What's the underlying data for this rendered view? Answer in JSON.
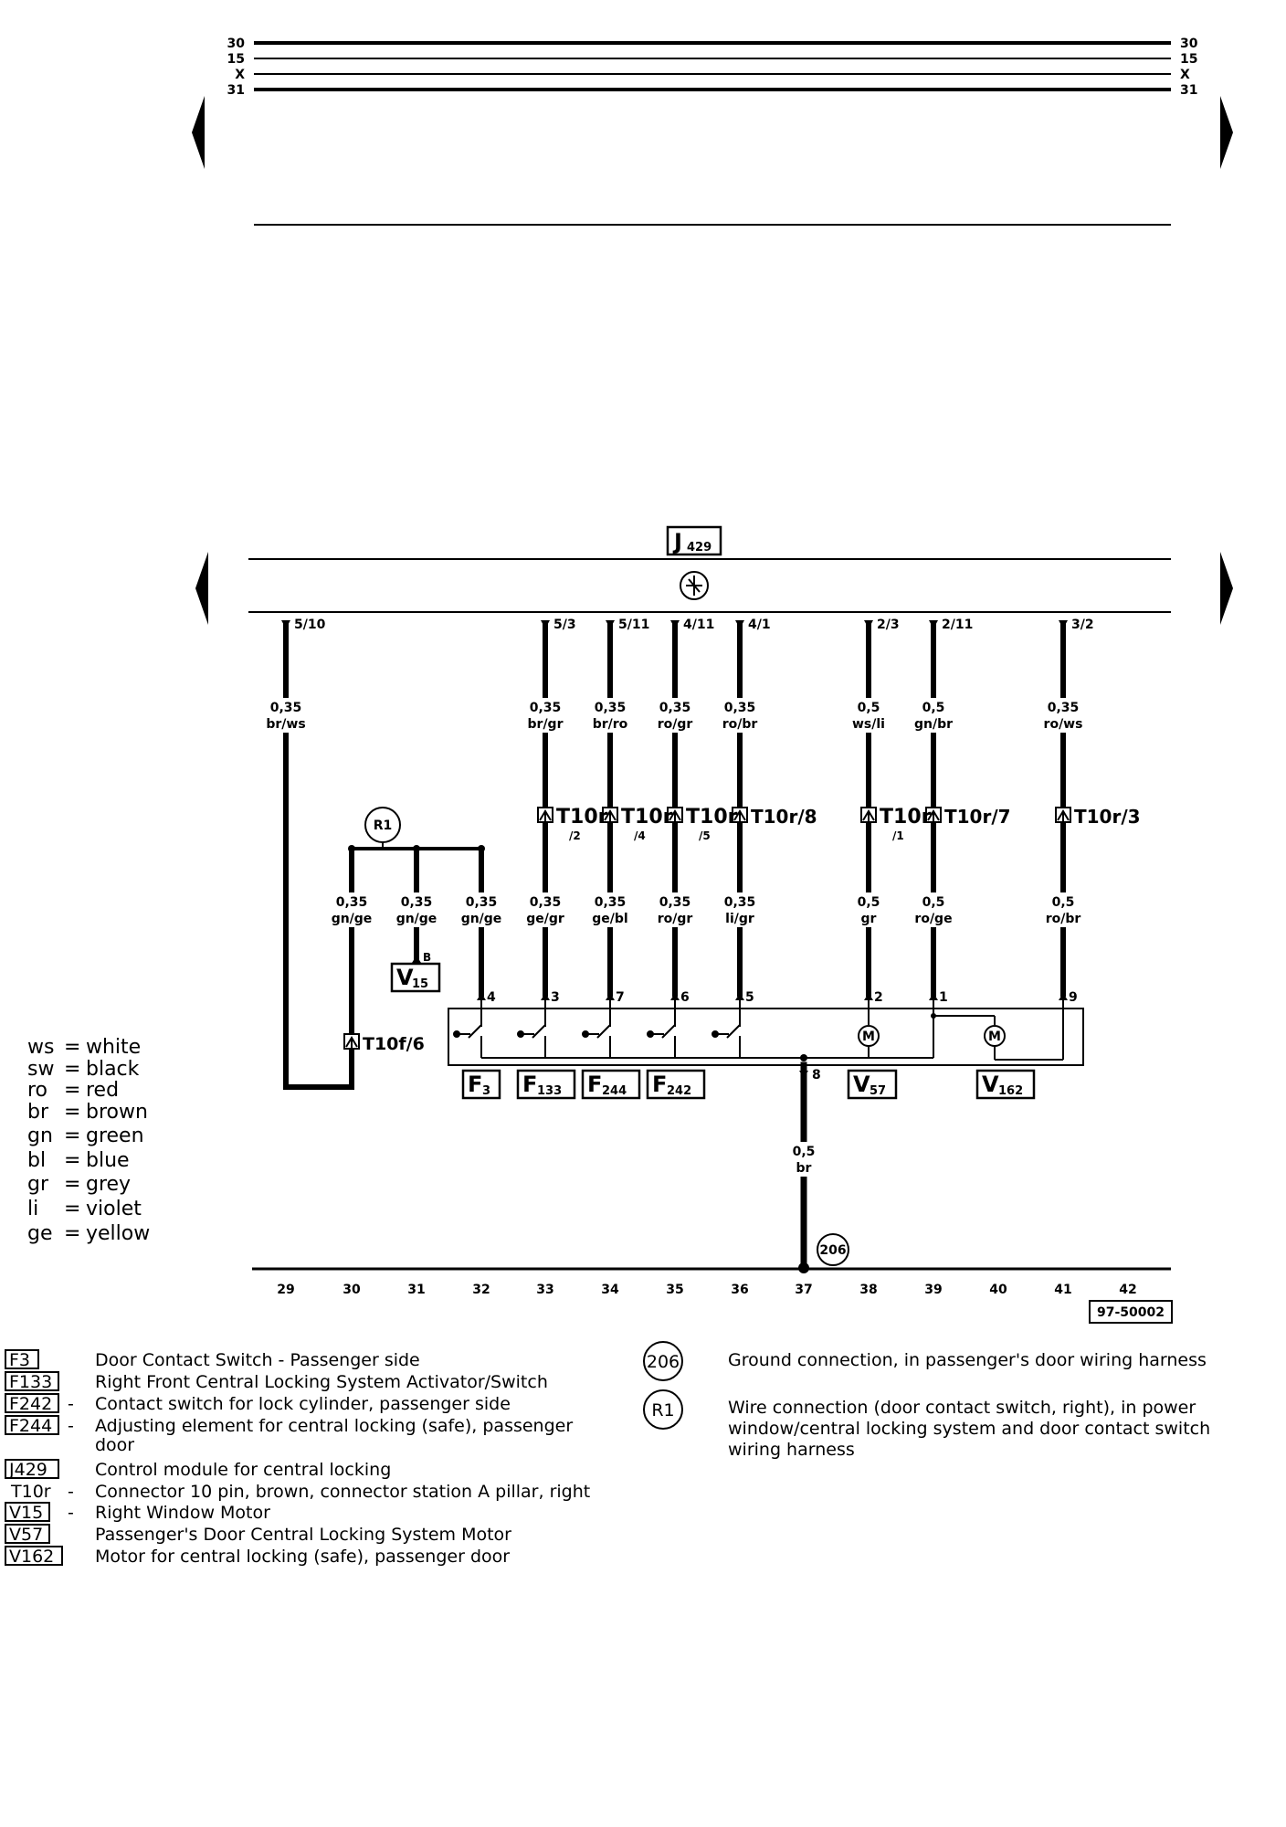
{
  "bus_lines": [
    "30",
    "15",
    "X",
    "31"
  ],
  "control_module": {
    "code": "J",
    "sub": "429"
  },
  "top_pins": [
    {
      "pin": "5/10",
      "size": "0,35",
      "color": "br/ws"
    },
    {
      "pin": "5/3",
      "size": "0,35",
      "color": "br/gr"
    },
    {
      "pin": "5/11",
      "size": "0,35",
      "color": "br/ro"
    },
    {
      "pin": "4/11",
      "size": "0,35",
      "color": "ro/gr"
    },
    {
      "pin": "4/1",
      "size": "0,35",
      "color": "ro/br"
    },
    {
      "pin": "2/3",
      "size": "0,5",
      "color": "ws/li"
    },
    {
      "pin": "2/11",
      "size": "0,5",
      "color": "gn/br"
    },
    {
      "pin": "3/2",
      "size": "0,35",
      "color": "ro/ws"
    }
  ],
  "connectors_mid": [
    {
      "main": "T10r",
      "sub": "/2"
    },
    {
      "main": "T10r",
      "sub": "/4"
    },
    {
      "main": "T10r",
      "sub": "/5"
    },
    {
      "main": "T10r/8",
      "sub": ""
    },
    {
      "main": "T10r",
      "sub": "/1"
    },
    {
      "main": "T10r/7",
      "sub": ""
    },
    {
      "main": "T10r/3",
      "sub": ""
    }
  ],
  "r1_label": "R1",
  "lower_wires": [
    {
      "size": "0,35",
      "color": "gn/ge"
    },
    {
      "size": "0,35",
      "color": "gn/ge"
    },
    {
      "size": "0,35",
      "color": "gn/ge"
    },
    {
      "size": "0,35",
      "color": "ge/gr"
    },
    {
      "size": "0,35",
      "color": "ge/bl"
    },
    {
      "size": "0,35",
      "color": "ro/gr"
    },
    {
      "size": "0,35",
      "color": "li/gr"
    },
    {
      "size": "0,5",
      "color": "gr"
    },
    {
      "size": "0,5",
      "color": "ro/ge"
    },
    {
      "size": "0,5",
      "color": "ro/br"
    }
  ],
  "v15": {
    "code": "V",
    "sub": "15",
    "pin": "B"
  },
  "t10f6": {
    "main": "T10f/6"
  },
  "box_pins": [
    "4",
    "3",
    "7",
    "6",
    "5",
    "2",
    "1",
    "9"
  ],
  "ground_pin": "8",
  "ground_wire": {
    "size": "0,5",
    "color": "br"
  },
  "ground_label": "206",
  "motor_symbol": "M",
  "components": [
    {
      "code": "F",
      "sub": "3"
    },
    {
      "code": "F",
      "sub": "133"
    },
    {
      "code": "F",
      "sub": "244"
    },
    {
      "code": "F",
      "sub": "242"
    },
    {
      "code": "V",
      "sub": "57"
    },
    {
      "code": "V",
      "sub": "162"
    }
  ],
  "track_numbers": [
    "29",
    "30",
    "31",
    "32",
    "33",
    "34",
    "35",
    "36",
    "37",
    "38",
    "39",
    "40",
    "41",
    "42"
  ],
  "figure_code": "97-50002",
  "color_legend": [
    {
      "abbr": "ws",
      "name": "white"
    },
    {
      "abbr": "sw",
      "name": "black"
    },
    {
      "abbr": "ro",
      "name": "red"
    },
    {
      "abbr": "br",
      "name": "brown"
    },
    {
      "abbr": "gn",
      "name": "green"
    },
    {
      "abbr": "bl",
      "name": "blue"
    },
    {
      "abbr": "gr",
      "name": "grey"
    },
    {
      "abbr": "li",
      "name": "violet"
    },
    {
      "abbr": "ge",
      "name": "yellow"
    }
  ],
  "legend_items": [
    {
      "code": "F3",
      "dash": "",
      "text": "Door Contact Switch - Passenger side"
    },
    {
      "code": "F133",
      "dash": "",
      "text": "Right Front Central Locking System Activator/Switch"
    },
    {
      "code": "F242",
      "dash": "-",
      "text": "Contact switch for lock cylinder, passenger side"
    },
    {
      "code": "F244",
      "dash": "-",
      "text": "Adjusting element for central locking (safe), passenger"
    },
    {
      "code": "",
      "dash": "",
      "text": "door"
    },
    {
      "code": "J429",
      "dash": "",
      "text": "Control module for central locking"
    },
    {
      "code": "T10r",
      "dash": "-",
      "text": "Connector 10 pin, brown, connector station A pillar, right"
    },
    {
      "code": "V15",
      "dash": "-",
      "text": "Right Window Motor"
    },
    {
      "code": "V57",
      "dash": "",
      "text": "Passenger's Door Central Locking System Motor"
    },
    {
      "code": "V162",
      "dash": "",
      "text": "Motor for central locking (safe), passenger door"
    }
  ],
  "legend_right": [
    {
      "symbol": "206",
      "lines": [
        "Ground connection, in passenger's door wiring harness"
      ]
    },
    {
      "symbol": "R1",
      "lines": [
        "Wire connection (door contact switch, right), in power",
        "window/central locking system and door contact switch",
        "wiring harness"
      ]
    }
  ]
}
